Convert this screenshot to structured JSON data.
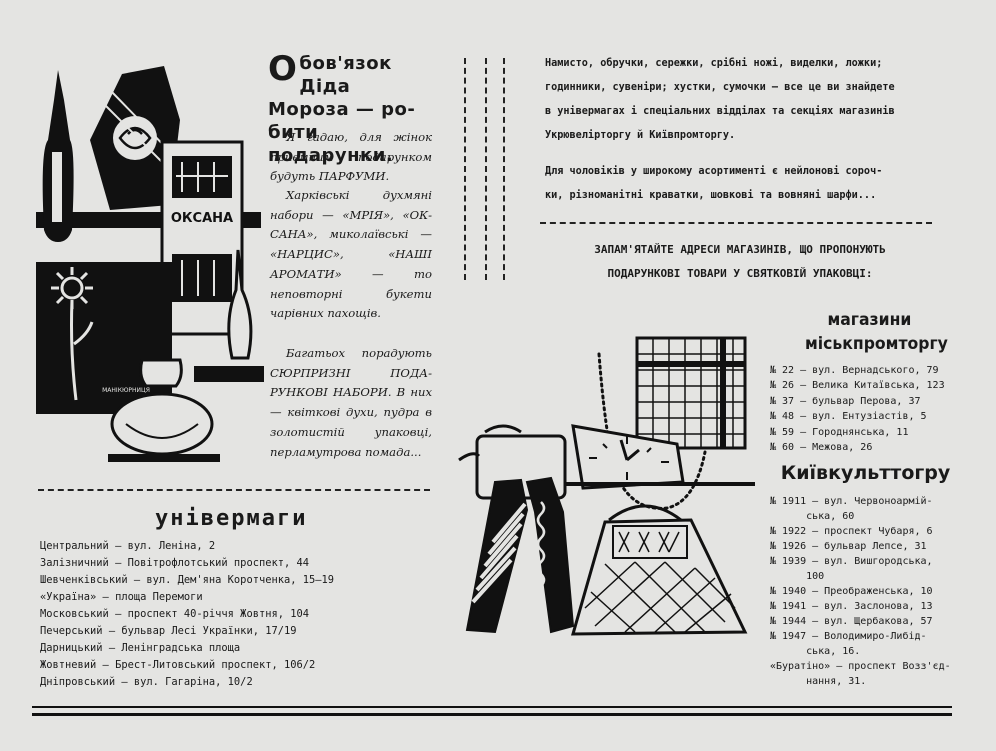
{
  "headline": {
    "initial": "О",
    "line1": "бов'язок Діда",
    "line2": "Мороза — ро-",
    "line3": "бити подарунки."
  },
  "left_text": {
    "p1": "Я гадаю, для жінок приємним подарунком будуть ПАРФУМИ.",
    "p2": "Харківські духмяні набори — «МРІЯ», «ОК-САНА», миколаївські — «НАРЦИС», «НАШІ АРОМАТИ» — то неповторні букети чарівних пахощів.",
    "p3": "Багатьох порадують СЮРПРИЗНІ ПОДА-РУНКОВІ НАБОРИ. В них — квіткові духи, пудра в золотистій упаковці, перламутрова помада..."
  },
  "illustration": {
    "box_label": "ОКСАНА",
    "bottle_label": "МАНІКЮРНИЦЯ"
  },
  "univermagy": {
    "title": "універмаги",
    "items": [
      "Центральний — вул. Леніна, 2",
      "Залізничний — Повітрофлотський проспект, 44",
      "Шевченківський — вул. Дем'яна Коротченка, 15—19",
      "«Україна» — площа Перемоги",
      "Московський — проспект 40-річчя Жовтня, 104",
      "Печерський — бульвар Лесі Українки, 17/19",
      "Дарницький — Ленінградська площа",
      "Жовтневий — Брест-Литовський проспект, 106/2",
      "Дніпровський — вул. Гагаріна, 10/2"
    ]
  },
  "right_text": {
    "p1": [
      "Намисто, обручки, сережки, срібні ножі, виделки, ложки;",
      "годинники, сувеніри; хустки, сумочки — все це ви знайдете",
      "в універмагах і спеціальних відділах та секціях магазинів",
      "Укрювелірторгу й Київпромторгу."
    ],
    "p2": [
      "Для чоловіків у широкому асортименті є нейлонові сороч-",
      "ки, різноманітні краватки, шовкові та вовняні шарфи..."
    ],
    "callout": [
      "ЗАПАМ'ЯТАЙТЕ АДРЕСИ МАГАЗИНІВ, ЩО ПРОПОНУЮТЬ",
      "ПОДАРУНКОВІ ТОВАРИ У СВЯТКОВІЙ УПАКОВЦІ:"
    ]
  },
  "miskpromtorg": {
    "title_line1": "магазини",
    "title_line2": "міськпромторгу",
    "items": [
      "№ 22 — вул. Вернадського, 79",
      "№ 26 — Велика Китаївська, 123",
      "№ 37 — бульвар Перова, 37",
      "№ 48 — вул. Ентузіастів, 5",
      "№ 59 — Городнянська, 11",
      "№ 60 — Межова, 26"
    ]
  },
  "kyivkulttorg": {
    "title": "Київкульттогру",
    "items": [
      "№ 1911 — вул. Червоноармій-",
      "      ська, 60",
      "№ 1922 — проспект Чубаря, 6",
      "№ 1926 — бульвар Лепсе, 31",
      "№ 1939 — вул. Вишгородська,",
      "      100",
      "№ 1940 — Преображенська, 10",
      "№ 1941 — вул. Заслонова, 13",
      "№ 1944 — вул. Щербакова, 57",
      "№ 1947 — Володимиро-Либід-",
      "      ська, 16.",
      "«Буратіно» — проспект Возз'єд-",
      "      нання, 31."
    ]
  }
}
